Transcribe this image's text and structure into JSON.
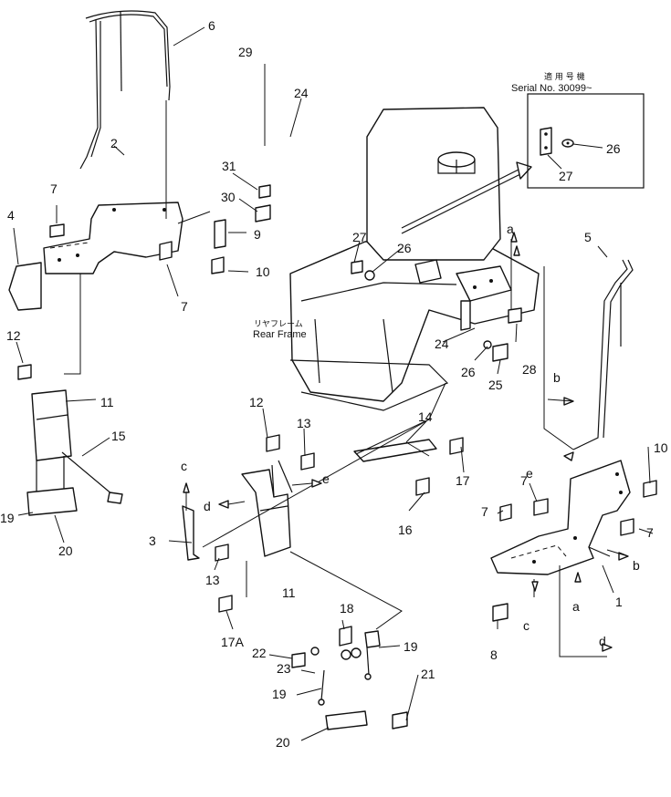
{
  "callouts": {
    "n1": "1",
    "n2": "2",
    "n3": "3",
    "n4": "4",
    "n5": "5",
    "n6": "6",
    "n7a": "7",
    "n7b": "7",
    "n7c": "7",
    "n7d": "7",
    "n7e": "7",
    "n8": "8",
    "n9": "9",
    "n10a": "10",
    "n10b": "10",
    "n11a": "11",
    "n11b": "11",
    "n12a": "12",
    "n12b": "12",
    "n13a": "13",
    "n13b": "13",
    "n14": "14",
    "n15": "15",
    "n16": "16",
    "n17": "17",
    "n17a": "17A",
    "n18": "18",
    "n19a": "19",
    "n19b": "19",
    "n19c": "19",
    "n20a": "20",
    "n20b": "20",
    "n21": "21",
    "n22": "22",
    "n23": "23",
    "n24a": "24",
    "n24b": "24",
    "n25": "25",
    "n26a": "26",
    "n26b": "26",
    "n26c": "26",
    "n27a": "27",
    "n27b": "27",
    "n28": "28",
    "n29": "29",
    "n30": "30",
    "n31": "31"
  },
  "arrows": {
    "a1": "a",
    "a2": "a",
    "b1": "b",
    "b2": "b",
    "c1": "c",
    "c2": "c",
    "d1": "d",
    "d2": "d",
    "e1": "e",
    "e2": "e"
  },
  "frame_label": {
    "jp": "リヤフレーム",
    "en": "Rear Frame"
  },
  "serial_note": {
    "jp": "適 用 号 機",
    "serial": "Serial No. 30099~"
  }
}
